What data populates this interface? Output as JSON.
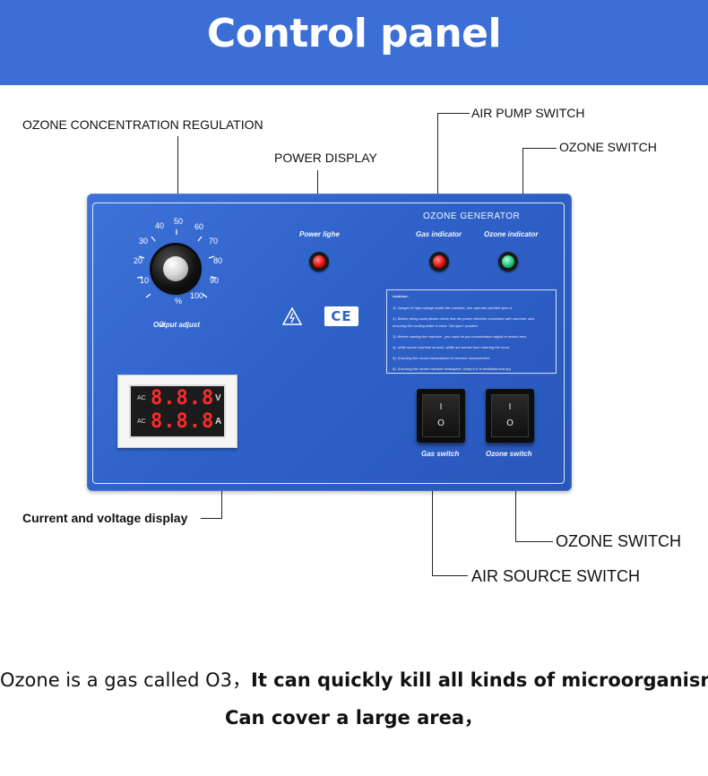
{
  "header": {
    "title": "Control panel"
  },
  "callouts": {
    "ozone_concentration": "OZONE CONCENTRATION REGULATION",
    "power_display": "POWER DISPLAY",
    "air_pump_switch": "AIR PUMP SWITCH",
    "ozone_switch_top": "OZONE SWITCH",
    "current_voltage": "Current and voltage display",
    "ozone_switch_bottom": "OZONE SWITCH",
    "air_source_switch": "AIR SOURCE SWITCH"
  },
  "panel": {
    "brand": "OZONE GENERATOR",
    "power_label": "Power lighe",
    "gas_indicator": "Gas indicator",
    "ozone_indicator": "Ozone indicator",
    "output_adjust": "Output adjust",
    "dial_numbers": [
      "0",
      "10",
      "20",
      "30",
      "40",
      "50",
      "60",
      "70",
      "80",
      "90",
      "100"
    ],
    "dial_unit": "%",
    "ce_mark": "CE",
    "caution": {
      "title": "cautions:",
      "lines": [
        "1). Danger of high voltage inside the machine, non-operator prohibit open it.",
        "2). Before being used please check that the power Whether consistent with machine, and",
        "     ensuring the cooling water is inlow \"full open\" position.",
        "3). Before starting the machine , you must be put concentration adjust to reduct zero.",
        "4). while ozone machine at work, staffs are barred from entering the room.",
        "5). Ensuring the ozone transmission to become unobstructed.",
        "6). Ensuring the ozone machine workspace ,Keep it in a ventilated and dry."
      ]
    },
    "meter": {
      "ac_top": "AC",
      "ac_bottom": "AC",
      "digits_top": "8.8.8",
      "digits_bottom": "8.8.8",
      "unit_v": "V",
      "unit_a": "A"
    },
    "gas_switch_label": "Gas switch",
    "ozone_switch_label": "Ozone switch",
    "switch_on": "I",
    "switch_off": "O"
  },
  "footer": {
    "line1_light": "Ozone is a gas called O3，",
    "line1_bold": "It can quickly kill all kinds of microorganisms",
    "line2": "Can cover a large area，"
  },
  "colors": {
    "header_bg": "#3b6fd6",
    "panel_bg": "#2f62c9",
    "led_red": "#ff2a2a",
    "lamp_green": "#18c77a"
  }
}
